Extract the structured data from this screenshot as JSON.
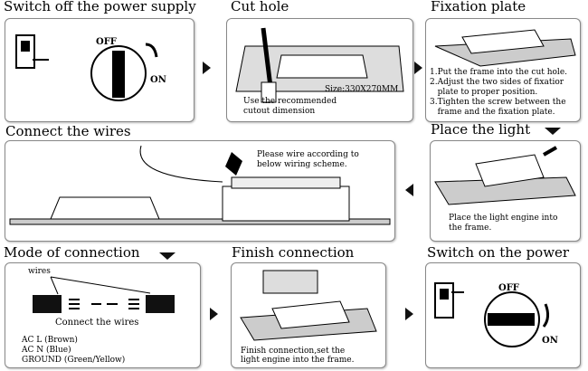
{
  "steps": [
    {
      "title": "Switch off the power supply",
      "off": "OFF",
      "on": "ON"
    },
    {
      "title": "Cut hole",
      "size": "Size:330X270MM",
      "note1": "Use the recommended",
      "note2": "cutout dimension"
    },
    {
      "title": "Fixation plate",
      "lines": [
        "1.Put the frame into the cut hole.",
        "2.Adjust the two sides of fixatior",
        "   plate to proper position.",
        "3.Tighten the screw between the",
        "   frame and the fixation plate."
      ]
    },
    {
      "title": "Connect the wires",
      "note1": "Please wire according to",
      "note2": "below wiring scheme."
    },
    {
      "title": "Place the light",
      "note1": "Place the light engine into",
      "note2": "the frame."
    },
    {
      "title": "Mode of connection",
      "wires": "wires",
      "caption": "Connect the wires",
      "lines": [
        "AC L (Brown)",
        "AC N (Blue)",
        "GROUND (Green/Yellow)"
      ]
    },
    {
      "title": "Finish connection",
      "note1": "Finish connection,set the",
      "note2": "light engine into the frame."
    },
    {
      "title": "Switch on the power",
      "off": "OFF",
      "on": "ON"
    }
  ]
}
